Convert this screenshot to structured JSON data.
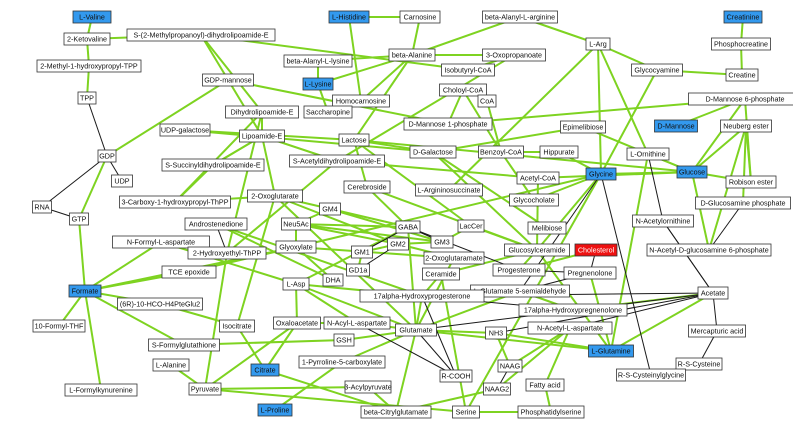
{
  "colors": {
    "plain": "#ffffff",
    "highlight": "#3399ee",
    "target": "#ee1111",
    "highlight_border": "#cc2a60",
    "edge_primary": "#7ed321",
    "edge_secondary": "#1a1a1a"
  },
  "nodes": [
    {
      "id": "valine",
      "label": "L-Valine",
      "style": "highlight"
    },
    {
      "id": "ketovaline",
      "label": "2-Ketovaline",
      "style": "plain"
    },
    {
      "id": "s2mp",
      "label": "S-(2-Methylpropanoyl)-dihydrolipoamide-E",
      "style": "plain"
    },
    {
      "id": "mhtpp",
      "label": "2-Methyl-1-hydroxypropyl-TPP",
      "style": "plain"
    },
    {
      "id": "tpp",
      "label": "TPP",
      "style": "plain"
    },
    {
      "id": "histidine",
      "label": "L-Histidine",
      "style": "highlight"
    },
    {
      "id": "carnosine",
      "label": "Carnosine",
      "style": "plain"
    },
    {
      "id": "balarg",
      "label": "beta-Alanyl-L-arginine",
      "style": "plain"
    },
    {
      "id": "creatinine",
      "label": "Creatinine",
      "style": "highlight"
    },
    {
      "id": "balanine",
      "label": "beta-Alanine",
      "style": "plain"
    },
    {
      "id": "oxoprop",
      "label": "3-Oxopropanoate",
      "style": "plain"
    },
    {
      "id": "larg",
      "label": "L-Arg",
      "style": "plain"
    },
    {
      "id": "phosphocreatine",
      "label": "Phosphocreatine",
      "style": "plain"
    },
    {
      "id": "ballys",
      "label": "beta-Alanyl-L-lysine",
      "style": "plain"
    },
    {
      "id": "isobutyryl",
      "label": "Isobutyryl-CoA",
      "style": "plain"
    },
    {
      "id": "lysine",
      "label": "L-Lysine",
      "style": "highlight"
    },
    {
      "id": "gdpmannose",
      "label": "GDP-mannose",
      "style": "plain"
    },
    {
      "id": "glycocyamine",
      "label": "Glycocyamine",
      "style": "plain"
    },
    {
      "id": "creatine",
      "label": "Creatine",
      "style": "plain"
    },
    {
      "id": "choloyl",
      "label": "Choloyl-CoA",
      "style": "plain"
    },
    {
      "id": "homocarnosine",
      "label": "Homocarnosine",
      "style": "plain"
    },
    {
      "id": "dmannose6p",
      "label": "D-Mannose 6-phosphate",
      "style": "plain"
    },
    {
      "id": "dihydrolipo",
      "label": "Dihydrolipoamide-E",
      "style": "plain"
    },
    {
      "id": "coa",
      "label": "CoA",
      "style": "plain"
    },
    {
      "id": "saccharopine",
      "label": "Saccharopine",
      "style": "plain"
    },
    {
      "id": "dmannose1p",
      "label": "D-Mannose 1-phosphate",
      "style": "plain"
    },
    {
      "id": "dmannose",
      "label": "D-Mannose",
      "style": "highlight"
    },
    {
      "id": "neuberg",
      "label": "Neuberg ester",
      "style": "plain"
    },
    {
      "id": "udpgal",
      "label": "UDP-galactose",
      "style": "plain"
    },
    {
      "id": "lipoamide",
      "label": "Lipoamide-E",
      "style": "plain"
    },
    {
      "id": "epimelibiose",
      "label": "Epimelibiose",
      "style": "plain"
    },
    {
      "id": "lactose",
      "label": "Lactose",
      "style": "plain"
    },
    {
      "id": "gdp",
      "label": "GDP",
      "style": "plain"
    },
    {
      "id": "dgalactose",
      "label": "D-Galactose",
      "style": "plain"
    },
    {
      "id": "benzoylcoa",
      "label": "Benzoyl-CoA",
      "style": "plain"
    },
    {
      "id": "hippurate",
      "label": "Hippurate",
      "style": "plain"
    },
    {
      "id": "lornithine",
      "label": "L-Ornithine",
      "style": "plain"
    },
    {
      "id": "ssuccinyl",
      "label": "S-Succinyldihydrolipoamide-E",
      "style": "plain"
    },
    {
      "id": "sacetyl",
      "label": "S-Acetyldihydrolipoamide-E",
      "style": "plain"
    },
    {
      "id": "glycine",
      "label": "Glycine",
      "style": "highlight"
    },
    {
      "id": "glucose",
      "label": "Glucose",
      "style": "highlight"
    },
    {
      "id": "udp",
      "label": "UDP",
      "style": "plain"
    },
    {
      "id": "acetylcoa",
      "label": "Acetyl-CoA",
      "style": "plain"
    },
    {
      "id": "robison",
      "label": "Robison ester",
      "style": "plain"
    },
    {
      "id": "largsucc",
      "label": "L-Argininosuccinate",
      "style": "plain"
    },
    {
      "id": "cerebroside",
      "label": "Cerebroside",
      "style": "plain"
    },
    {
      "id": "rna",
      "label": "RNA",
      "style": "plain"
    },
    {
      "id": "c3carboxy",
      "label": "3-Carboxy-1-hydroxypropyl-ThPP",
      "style": "plain"
    },
    {
      "id": "oxoglut",
      "label": "2-Oxoglutarate",
      "style": "plain"
    },
    {
      "id": "glycocholate",
      "label": "Glycocholate",
      "style": "plain"
    },
    {
      "id": "nacetylornithine",
      "label": "N-Acetylornithine",
      "style": "plain"
    },
    {
      "id": "dglucosamine6p",
      "label": "D-Glucosamine phosphate",
      "style": "plain"
    },
    {
      "id": "androstenedione",
      "label": "Androstenedione",
      "style": "plain"
    },
    {
      "id": "gm4",
      "label": "GM4",
      "style": "plain"
    },
    {
      "id": "gtp",
      "label": "GTP",
      "style": "plain"
    },
    {
      "id": "neu5ac",
      "label": "Neu5Ac",
      "style": "plain"
    },
    {
      "id": "gaba",
      "label": "GABA",
      "style": "plain"
    },
    {
      "id": "laccer",
      "label": "LacCer",
      "style": "plain"
    },
    {
      "id": "melibiose",
      "label": "Melibiose",
      "style": "plain"
    },
    {
      "id": "nformyl",
      "label": "N-Formyl-L-aspartate",
      "style": "plain"
    },
    {
      "id": "glyoxylate",
      "label": "Glyoxylate",
      "style": "plain"
    },
    {
      "id": "gm3",
      "label": "GM3",
      "style": "plain"
    },
    {
      "id": "gm2",
      "label": "GM2",
      "style": "plain"
    },
    {
      "id": "glucosylceramide",
      "label": "Glucosylceramide",
      "style": "plain"
    },
    {
      "id": "cholesterol",
      "label": "Cholesterol",
      "style": "target"
    },
    {
      "id": "nacetylglucosamine",
      "label": "N-Acetyl-D-glucosamine 6-phosphate",
      "style": "plain"
    },
    {
      "id": "hydroxyethyl",
      "label": "2-Hydroxyethyl-ThPP",
      "style": "plain"
    },
    {
      "id": "gm1",
      "label": "GM1",
      "style": "plain"
    },
    {
      "id": "oxoglutaramate",
      "label": "2-Oxoglutaramate",
      "style": "plain"
    },
    {
      "id": "tce",
      "label": "TCE epoxide",
      "style": "plain"
    },
    {
      "id": "lasp",
      "label": "L-Asp",
      "style": "plain"
    },
    {
      "id": "dha",
      "label": "DHA",
      "style": "plain"
    },
    {
      "id": "gd1a",
      "label": "GD1a",
      "style": "plain"
    },
    {
      "id": "progesterone",
      "label": "Progesterone",
      "style": "plain"
    },
    {
      "id": "pregnenolone",
      "label": "Pregnenolone",
      "style": "plain"
    },
    {
      "id": "formate",
      "label": "Formate",
      "style": "highlight"
    },
    {
      "id": "ceramide",
      "label": "Ceramide",
      "style": "plain"
    },
    {
      "id": "lglut5semi",
      "label": "L-Glutamate 5-semialdehyde",
      "style": "plain"
    },
    {
      "id": "acetate",
      "label": "Acetate",
      "style": "plain"
    },
    {
      "id": "hydroxyprog",
      "label": "17alpha-Hydroxyprogesterone",
      "style": "plain"
    },
    {
      "id": "formylh4",
      "label": "(6R)-10-HCO-H4PteGlu2",
      "style": "plain"
    },
    {
      "id": "hydroxypreg",
      "label": "17alpha-Hydroxypregnenolone",
      "style": "plain"
    },
    {
      "id": "formylthf",
      "label": "10-Formyl-THF",
      "style": "plain"
    },
    {
      "id": "isocitrate",
      "label": "Isocitrate",
      "style": "plain"
    },
    {
      "id": "oxaloacetate",
      "label": "Oxaloacetate",
      "style": "plain"
    },
    {
      "id": "nacylasp",
      "label": "N-Acyl-L-aspartate",
      "style": "plain"
    },
    {
      "id": "glutamate",
      "label": "Glutamate",
      "style": "plain"
    },
    {
      "id": "nh3",
      "label": "NH3",
      "style": "plain"
    },
    {
      "id": "nacetylasp",
      "label": "N-Acetyl-L-aspartate",
      "style": "plain"
    },
    {
      "id": "mercapturic",
      "label": "Mercapturic acid",
      "style": "plain"
    },
    {
      "id": "sformylglut",
      "label": "S-Formylglutathione",
      "style": "plain"
    },
    {
      "id": "gsh",
      "label": "GSH",
      "style": "plain"
    },
    {
      "id": "lglutamine",
      "label": "L-Glutamine",
      "style": "highlight"
    },
    {
      "id": "citrate",
      "label": "Citrate",
      "style": "highlight"
    },
    {
      "id": "pyrroline",
      "label": "1-Pyrroline-5-carboxylate",
      "style": "plain"
    },
    {
      "id": "rscysteine",
      "label": "R-S-Cysteine",
      "style": "plain"
    },
    {
      "id": "lalanine",
      "label": "L-Alanine",
      "style": "plain"
    },
    {
      "id": "rcooh",
      "label": "R-COOH",
      "style": "plain"
    },
    {
      "id": "naag",
      "label": "NAAG",
      "style": "plain"
    },
    {
      "id": "rscysgly",
      "label": "R-S-Cysteinylglycine",
      "style": "plain"
    },
    {
      "id": "lformylkyn",
      "label": "L-Formylkynurenine",
      "style": "plain"
    },
    {
      "id": "pyruvate",
      "label": "Pyruvate",
      "style": "plain"
    },
    {
      "id": "acylpyruvate",
      "label": "3-Acylpyruvate",
      "style": "plain"
    },
    {
      "id": "fattyacid",
      "label": "Fatty acid",
      "style": "plain"
    },
    {
      "id": "naag2",
      "label": "NAAG2",
      "style": "plain"
    },
    {
      "id": "lproline",
      "label": "L-Proline",
      "style": "highlight"
    },
    {
      "id": "bcitryl",
      "label": "beta-Citrylglutamate",
      "style": "plain"
    },
    {
      "id": "serine",
      "label": "Serine",
      "style": "plain"
    },
    {
      "id": "phosphatidylserine",
      "label": "Phosphatidylserine",
      "style": "plain"
    }
  ],
  "edges_primary": [
    [
      "valine",
      "ketovaline"
    ],
    [
      "ketovaline",
      "s2mp"
    ],
    [
      "ketovaline",
      "mhtpp"
    ],
    [
      "s2mp",
      "isobutyryl"
    ],
    [
      "s2mp",
      "dihydrolipo"
    ],
    [
      "s2mp",
      "lipoamide"
    ],
    [
      "mhtpp",
      "tpp"
    ],
    [
      "lysine",
      "saccharopine"
    ],
    [
      "lysine",
      "ballys"
    ],
    [
      "lysine",
      "balanine"
    ],
    [
      "histidine",
      "carnosine"
    ],
    [
      "histidine",
      "homocarnosine"
    ],
    [
      "carnosine",
      "balanine"
    ],
    [
      "balanine",
      "oxoprop"
    ],
    [
      "balanine",
      "balarg"
    ],
    [
      "balanine",
      "ballys"
    ],
    [
      "balanine",
      "homocarnosine"
    ],
    [
      "balanine",
      "lactose"
    ],
    [
      "oxoprop",
      "isobutyryl"
    ],
    [
      "oxoprop",
      "sacetyl"
    ],
    [
      "balarg",
      "larg"
    ],
    [
      "larg",
      "glycocyamine"
    ],
    [
      "larg",
      "lornithine"
    ],
    [
      "larg",
      "largsucc"
    ],
    [
      "larg",
      "glycine"
    ],
    [
      "creatinine",
      "phosphocreatine"
    ],
    [
      "phosphocreatine",
      "creatine"
    ],
    [
      "glycocyamine",
      "creatine"
    ],
    [
      "glycocyamine",
      "glycine"
    ],
    [
      "gdpmannose",
      "dmannose1p"
    ],
    [
      "gdpmannose",
      "gdp"
    ],
    [
      "dmannose1p",
      "dmannose6p"
    ],
    [
      "dmannose1p",
      "choloyl"
    ],
    [
      "choloyl",
      "benzoylcoa"
    ],
    [
      "coa",
      "benzoylcoa"
    ],
    [
      "dmannose6p",
      "dmannose"
    ],
    [
      "dmannose6p",
      "robison"
    ],
    [
      "dmannose6p",
      "glucose"
    ],
    [
      "neuberg",
      "robison"
    ],
    [
      "neuberg",
      "glucose"
    ],
    [
      "neuberg",
      "dglucosamine6p"
    ],
    [
      "neuberg",
      "nacetylglucosamine"
    ],
    [
      "glucose",
      "robison"
    ],
    [
      "glucose",
      "glycine"
    ],
    [
      "glucose",
      "nacetylglucosamine"
    ],
    [
      "udpgal",
      "lactose"
    ],
    [
      "udpgal",
      "dgalactose"
    ],
    [
      "lipoamide",
      "oxoglut"
    ],
    [
      "lipoamide",
      "ssuccinyl"
    ],
    [
      "lipoamide",
      "sacetyl"
    ],
    [
      "dihydrolipo",
      "lipoamide"
    ],
    [
      "dihydrolipo",
      "hydroxyethyl"
    ],
    [
      "dihydrolipo",
      "c3carboxy"
    ],
    [
      "ssuccinyl",
      "c3carboxy"
    ],
    [
      "ssuccinyl",
      "lipoamide"
    ],
    [
      "sacetyl",
      "acetylcoa"
    ],
    [
      "sacetyl",
      "hydroxyethyl"
    ],
    [
      "lactose",
      "dgalactose"
    ],
    [
      "lactose",
      "cerebroside"
    ],
    [
      "lactose",
      "laccer"
    ],
    [
      "lactose",
      "glucose"
    ],
    [
      "dgalactose",
      "melibiose"
    ],
    [
      "dgalactose",
      "epimelibiose"
    ],
    [
      "dgalactose",
      "glucosylceramide"
    ],
    [
      "epimelibiose",
      "glucose"
    ],
    [
      "benzoylcoa",
      "hippurate"
    ],
    [
      "benzoylcoa",
      "glycocholate"
    ],
    [
      "hippurate",
      "glycine"
    ],
    [
      "glycine",
      "glycocholate"
    ],
    [
      "glycine",
      "glyoxylate"
    ],
    [
      "glycine",
      "serine"
    ],
    [
      "glycine",
      "glucosylceramide"
    ],
    [
      "acetylcoa",
      "glucose"
    ],
    [
      "acetylcoa",
      "glucosylceramide"
    ],
    [
      "lornithine",
      "glucose"
    ],
    [
      "lornithine",
      "lglutamine"
    ],
    [
      "cerebroside",
      "glucosylceramide"
    ],
    [
      "cerebroside",
      "gaba"
    ],
    [
      "oxoglut",
      "glutamate"
    ],
    [
      "oxoglut",
      "gaba"
    ],
    [
      "oxoglut",
      "gm2"
    ],
    [
      "oxoglut",
      "c3carboxy"
    ],
    [
      "oxoglut",
      "isocitrate"
    ],
    [
      "gm4",
      "gm3"
    ],
    [
      "gm4",
      "neu5ac"
    ],
    [
      "neu5ac",
      "gm3"
    ],
    [
      "neu5ac",
      "gm2"
    ],
    [
      "neu5ac",
      "gaba"
    ],
    [
      "neu5ac",
      "glyoxylate"
    ],
    [
      "gm3",
      "laccer"
    ],
    [
      "gm3",
      "gm2"
    ],
    [
      "gm2",
      "gm1"
    ],
    [
      "gm2",
      "oxoglutaramate"
    ],
    [
      "gm1",
      "gd1a"
    ],
    [
      "gaba",
      "glutamate"
    ],
    [
      "gaba",
      "lasp"
    ],
    [
      "laccer",
      "glucosylceramide"
    ],
    [
      "glucosylceramide",
      "ceramide"
    ],
    [
      "glucosylceramide",
      "lglutamine"
    ],
    [
      "glucosylceramide",
      "progesterone"
    ],
    [
      "ceramide",
      "serine"
    ],
    [
      "ceramide",
      "hydroxyprog"
    ],
    [
      "androstenedione",
      "hydroxyprog"
    ],
    [
      "androstenedione",
      "dha"
    ],
    [
      "glyoxylate",
      "oxoglutaramate"
    ],
    [
      "glyoxylate",
      "formate"
    ],
    [
      "glyoxylate",
      "dha"
    ],
    [
      "hydroxyethyl",
      "pyruvate"
    ],
    [
      "tce",
      "glyoxylate"
    ],
    [
      "lasp",
      "oxaloacetate"
    ],
    [
      "lasp",
      "nacylasp"
    ],
    [
      "lasp",
      "nformyl"
    ],
    [
      "lasp",
      "glutamate"
    ],
    [
      "formate",
      "formylh4"
    ],
    [
      "formate",
      "formylthf"
    ],
    [
      "formate",
      "sformylglut"
    ],
    [
      "formate",
      "tce"
    ],
    [
      "formate",
      "gtp"
    ],
    [
      "formate",
      "nformyl"
    ],
    [
      "formylh4",
      "isocitrate"
    ],
    [
      "gtp",
      "gdp"
    ],
    [
      "oxaloacetate",
      "citrate"
    ],
    [
      "oxaloacetate",
      "pyruvate"
    ],
    [
      "oxaloacetate",
      "nacylasp"
    ],
    [
      "isocitrate",
      "citrate"
    ],
    [
      "nacylasp",
      "glutamate"
    ],
    [
      "glutamate",
      "gsh"
    ],
    [
      "glutamate",
      "pyrroline"
    ],
    [
      "glutamate",
      "nh3"
    ],
    [
      "glutamate",
      "bcitryl"
    ],
    [
      "glutamate",
      "lglutamine"
    ],
    [
      "glutamate",
      "oxoglutaramate"
    ],
    [
      "glutamate",
      "lglut5semi"
    ],
    [
      "nh3",
      "lglutamine"
    ],
    [
      "nh3",
      "naag"
    ],
    [
      "nacetylasp",
      "naag"
    ],
    [
      "nacetylasp",
      "naag2"
    ],
    [
      "nacetylasp",
      "fattyacid"
    ],
    [
      "lglutamine",
      "acetate"
    ],
    [
      "lglutamine",
      "pregnenolone"
    ],
    [
      "sformylglut",
      "gsh"
    ],
    [
      "pyrroline",
      "lproline"
    ],
    [
      "lalanine",
      "pyruvate"
    ],
    [
      "lformylkyn",
      "formate"
    ],
    [
      "pyruvate",
      "acylpyruvate"
    ],
    [
      "acylpyruvate",
      "bcitryl"
    ],
    [
      "bcitryl",
      "citrate"
    ],
    [
      "bcitryl",
      "naag2"
    ],
    [
      "serine",
      "phosphatidylserine"
    ],
    [
      "serine",
      "pyruvate"
    ],
    [
      "fattyacid",
      "phosphatidylserine"
    ],
    [
      "cholesterol",
      "progesterone"
    ],
    [
      "hydroxyprog",
      "lasp"
    ],
    [
      "hydroxyprog",
      "glutamate"
    ],
    [
      "lglut5semi",
      "hydroxypreg"
    ],
    [
      "hydroxypreg",
      "acetate"
    ]
  ],
  "edges_secondary": [
    [
      "gdp",
      "rna"
    ],
    [
      "gdp",
      "udp"
    ],
    [
      "rna",
      "gtp"
    ],
    [
      "gdp",
      "tpp"
    ],
    [
      "androstenedione",
      "hydroxyethyl"
    ],
    [
      "nformyl",
      "hydroxyethyl"
    ],
    [
      "cholesterol",
      "pregnenolone"
    ],
    [
      "pregnenolone",
      "progesterone"
    ],
    [
      "pregnenolone",
      "lglut5semi"
    ],
    [
      "hydroxyprog",
      "acetate"
    ],
    [
      "hydroxyprog",
      "hydroxypreg"
    ],
    [
      "hydroxyprog",
      "rcooh"
    ],
    [
      "glutamate",
      "acetate"
    ],
    [
      "nh3",
      "acetate"
    ],
    [
      "nacetylasp",
      "acetate"
    ],
    [
      "acetate",
      "mercapturic"
    ],
    [
      "acetate",
      "nacetylornithine"
    ],
    [
      "mercapturic",
      "rscysteine"
    ],
    [
      "rscysteine",
      "rscysgly"
    ],
    [
      "glycine",
      "rscysgly"
    ],
    [
      "lornithine",
      "nacetylornithine"
    ],
    [
      "nacetylornithine",
      "acetate"
    ],
    [
      "dglucosamine6p",
      "nacetylglucosamine"
    ],
    [
      "glycine",
      "lglut5semi"
    ],
    [
      "rcooh",
      "nacylasp"
    ],
    [
      "rcooh",
      "glutamate"
    ],
    [
      "naag2",
      "naag"
    ],
    [
      "gaba",
      "gm1"
    ],
    [
      "gaba",
      "gm3"
    ],
    [
      "gm2",
      "gd1a"
    ],
    [
      "gaba",
      "progesterone"
    ]
  ]
}
